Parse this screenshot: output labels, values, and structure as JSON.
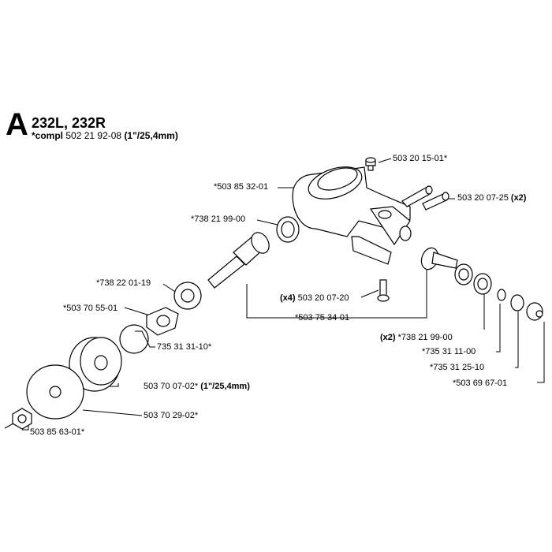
{
  "header": {
    "section": "A",
    "models": "232L, 232R",
    "compl_prefix": "*compl",
    "compl_number": "502 21 92-08",
    "compl_size": "(1\"/25,4mm)"
  },
  "parts": [
    {
      "id": "p1",
      "number": "503 20 15-01*"
    },
    {
      "id": "p2",
      "number": "*503 85 32-01"
    },
    {
      "id": "p3",
      "number": "503 20 07-25",
      "qty": "(x2)"
    },
    {
      "id": "p4",
      "number": "*738 21 99-00"
    },
    {
      "id": "p5",
      "number": "*738 22 01-19"
    },
    {
      "id": "p6",
      "number": "503 20 07-20",
      "qty": "(x4)"
    },
    {
      "id": "p7",
      "number": "*503 70 55-01"
    },
    {
      "id": "p8",
      "number": "*503 75 34-01"
    },
    {
      "id": "p9",
      "number": "*738 21 99-00",
      "qty": "(x2)"
    },
    {
      "id": "p10",
      "number": "735 31 31-10*"
    },
    {
      "id": "p11",
      "number": "*735 31 11-00"
    },
    {
      "id": "p12",
      "number": "*735 31 25-10"
    },
    {
      "id": "p13",
      "number": "503 70 07-02*",
      "suffix": "(1\"/25,4mm)"
    },
    {
      "id": "p14",
      "number": "*503 69 67-01"
    },
    {
      "id": "p15",
      "number": "503 70 29-02*"
    },
    {
      "id": "p16",
      "number": "503 85 63-01*"
    }
  ]
}
